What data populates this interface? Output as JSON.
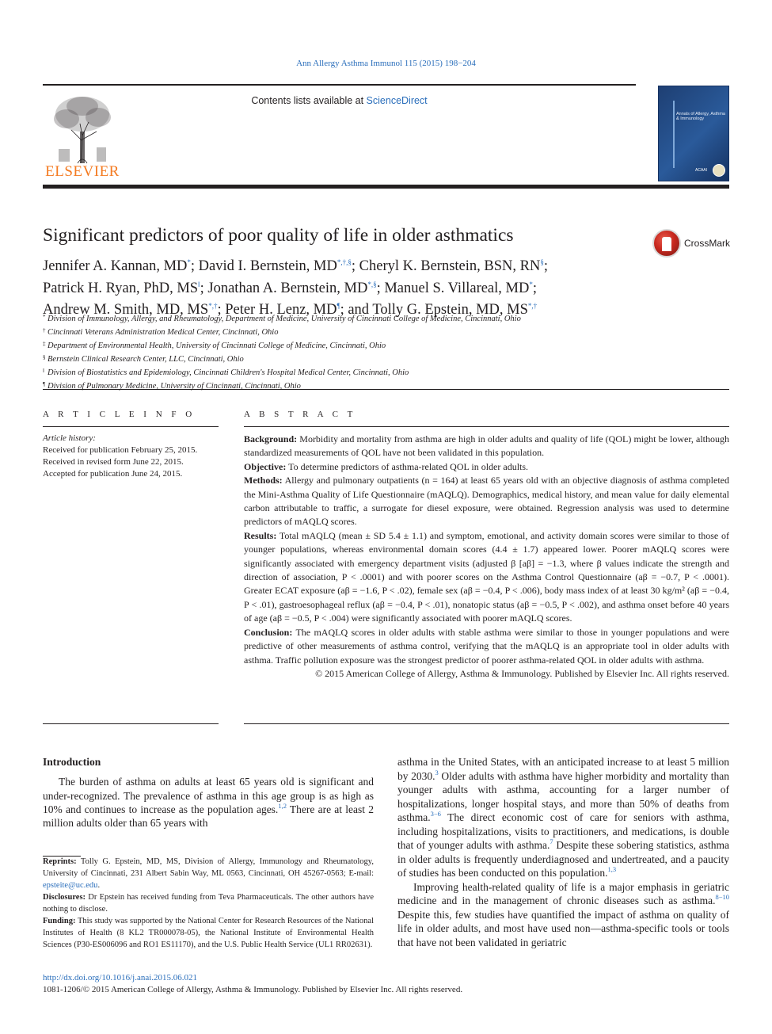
{
  "journal_ref": "Ann Allergy Asthma Immunol 115 (2015) 198−204",
  "contents": {
    "prefix": "Contents lists available at ",
    "link": "ScienceDirect"
  },
  "publisher_logo_text": "ELSEVIER",
  "cover": {
    "title": "Annals of Allergy, Asthma & Immunology",
    "org": "ACAAI"
  },
  "crossmark_label": "CrossMark",
  "title": "Significant predictors of poor quality of life in older asthmatics",
  "authors": [
    {
      "name": "Jennifer A. Kannan, MD",
      "marks": "*",
      "sep": "; "
    },
    {
      "name": "David I. Bernstein, MD",
      "marks": "*,†,§",
      "sep": "; "
    },
    {
      "name": "Cheryl K. Bernstein, BSN, RN",
      "marks": "§",
      "sep": ";"
    },
    {
      "name": "Patrick H. Ryan, PhD, MS",
      "marks": "‖",
      "sep": "; "
    },
    {
      "name": "Jonathan A. Bernstein, MD",
      "marks": "*,§",
      "sep": "; "
    },
    {
      "name": "Manuel S. Villareal, MD",
      "marks": "*",
      "sep": ";"
    },
    {
      "name": "Andrew M. Smith, MD, MS",
      "marks": "*,†",
      "sep": "; "
    },
    {
      "name": "Peter H. Lenz, MD",
      "marks": "¶",
      "sep": "; and "
    },
    {
      "name": "Tolly G. Epstein, MD, MS",
      "marks": "*,†",
      "sep": ""
    }
  ],
  "affiliations": [
    {
      "sym": "*",
      "text": "Division of Immunology, Allergy, and Rheumatology, Department of Medicine, University of Cincinnati College of Medicine, Cincinnati, Ohio"
    },
    {
      "sym": "†",
      "text": "Cincinnati Veterans Administration Medical Center, Cincinnati, Ohio"
    },
    {
      "sym": "‡",
      "text": "Department of Environmental Health, University of Cincinnati College of Medicine, Cincinnati, Ohio"
    },
    {
      "sym": "§",
      "text": "Bernstein Clinical Research Center, LLC, Cincinnati, Ohio"
    },
    {
      "sym": "‖",
      "text": "Division of Biostatistics and Epidemiology, Cincinnati Children's Hospital Medical Center, Cincinnati, Ohio"
    },
    {
      "sym": "¶",
      "text": "Division of Pulmonary Medicine, University of Cincinnati, Cincinnati, Ohio"
    }
  ],
  "article_info": {
    "heading": "A R T I C L E   I N F O",
    "history_label": "Article history:",
    "received": "Received for publication February 25, 2015.",
    "revised": "Received in revised form June 22, 2015.",
    "accepted": "Accepted for publication June 24, 2015."
  },
  "abstract": {
    "heading": "A B S T R A C T",
    "background_label": "Background:",
    "background": " Morbidity and mortality from asthma are high in older adults and quality of life (QOL) might be lower, although standardized measurements of QOL have not been validated in this population.",
    "objective_label": "Objective:",
    "objective": " To determine predictors of asthma-related QOL in older adults.",
    "methods_label": "Methods:",
    "methods": " Allergy and pulmonary outpatients (n = 164) at least 65 years old with an objective diagnosis of asthma completed the Mini-Asthma Quality of Life Questionnaire (mAQLQ). Demographics, medical history, and mean value for daily elemental carbon attributable to traffic, a surrogate for diesel exposure, were obtained. Regression analysis was used to determine predictors of mAQLQ scores.",
    "results_label": "Results:",
    "results": " Total mAQLQ (mean ± SD 5.4 ± 1.1) and symptom, emotional, and activity domain scores were similar to those of younger populations, whereas environmental domain scores (4.4 ± 1.7) appeared lower. Poorer mAQLQ scores were significantly associated with emergency department visits (adjusted β [aβ] = −1.3, where β values indicate the strength and direction of association, P < .0001) and with poorer scores on the Asthma Control Questionnaire (aβ = −0.7, P < .0001). Greater ECAT exposure (aβ = −1.6, P < .02), female sex (aβ = −0.4, P < .006), body mass index of at least 30 kg/m² (aβ = −0.4, P < .01), gastroesophageal reflux (aβ = −0.4, P < .01), nonatopic status (aβ = −0.5, P < .002), and asthma onset before 40 years of age (aβ = −0.5, P < .004) were significantly associated with poorer mAQLQ scores.",
    "conclusion_label": "Conclusion:",
    "conclusion": " The mAQLQ scores in older adults with stable asthma were similar to those in younger populations and were predictive of other measurements of asthma control, verifying that the mAQLQ is an appropriate tool in older adults with asthma. Traffic pollution exposure was the strongest predictor of poorer asthma-related QOL in older adults with asthma.",
    "copyright": "© 2015 American College of Allergy, Asthma & Immunology. Published by Elsevier Inc. All rights reserved."
  },
  "intro": {
    "heading": "Introduction",
    "p1_a": "The burden of asthma on adults at least 65 years old is significant and under-recognized. The prevalence of asthma in this age group is as high as 10% and continues to increase as the population ages.",
    "p1_ref1": "1,2",
    "p1_b": " There are at least 2 million adults older than 65 years with",
    "r1_a": "asthma in the United States, with an anticipated increase to at least 5 million by 2030.",
    "r1_ref1": "3",
    "r1_b": " Older adults with asthma have higher morbidity and mortality than younger adults with asthma, accounting for a larger number of hospitalizations, longer hospital stays, and more than 50% of deaths from asthma.",
    "r1_ref2": "3−6",
    "r1_c": " The direct economic cost of care for seniors with asthma, including hospitalizations, visits to practitioners, and medications, is double that of younger adults with asthma.",
    "r1_ref3": "7",
    "r1_d": " Despite these sobering statistics, asthma in older adults is frequently underdiagnosed and undertreated, and a paucity of studies has been conducted on this population.",
    "r1_ref4": "1,3",
    "r2_a": "Improving health-related quality of life is a major emphasis in geriatric medicine and in the management of chronic diseases such as asthma.",
    "r2_ref1": "8−10",
    "r2_b": " Despite this, few studies have quantified the impact of asthma on quality of life in older adults, and most have used non—asthma-specific tools or tools that have not been validated in geriatric"
  },
  "footnotes": {
    "reprints_label": "Reprints:",
    "reprints": " Tolly G. Epstein, MD, MS, Division of Allergy, Immunology and Rheumatology, University of Cincinnati, 231 Albert Sabin Way, ML 0563, Cincinnati, OH 45267-0563; E-mail: ",
    "email": "epsteite@uc.edu",
    "reprints_end": ".",
    "disclosures_label": "Disclosures:",
    "disclosures": " Dr Epstein has received funding from Teva Pharmaceuticals. The other authors have nothing to disclose.",
    "funding_label": "Funding:",
    "funding": " This study was supported by the National Center for Research Resources of the National Institutes of Health (8 KL2 TR000078-05), the National Institute of Environmental Health Sciences (P30-ES006096 and RO1 ES11170), and the U.S. Public Health Service (UL1 RR02631)."
  },
  "doi": "http://dx.doi.org/10.1016/j.anai.2015.06.021",
  "issn": "1081-1206/© 2015 American College of Allergy, Asthma & Immunology. Published by Elsevier Inc. All rights reserved."
}
